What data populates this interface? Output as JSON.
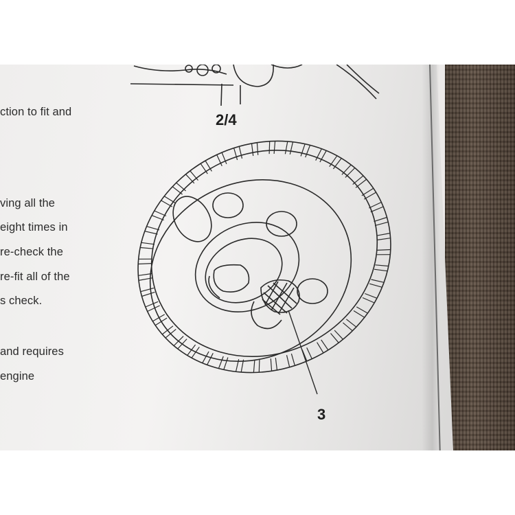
{
  "figure": {
    "label_top": "2/4",
    "label_callout": "3"
  },
  "text_lines": [
    "ction to fit and",
    "ving all the",
    "eight times in",
    "re-check the",
    " re-fit all of the",
    "s check.",
    " and requires",
    "engine"
  ]
}
